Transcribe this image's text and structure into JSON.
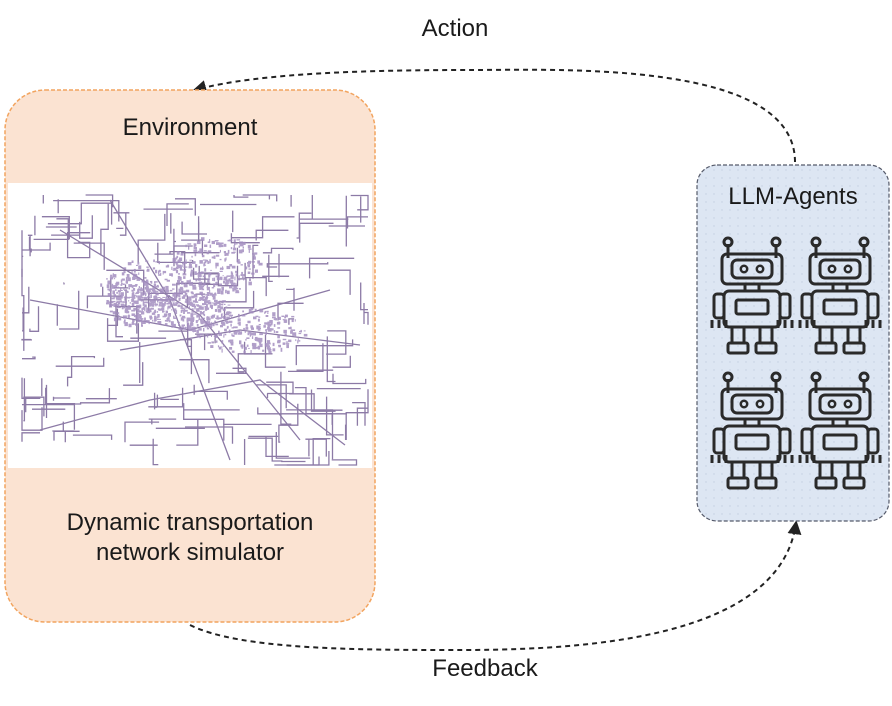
{
  "diagram": {
    "action_label": "Action",
    "feedback_label": "Feedback",
    "environment": {
      "title": "Environment",
      "caption_line1": "Dynamic transportation",
      "caption_line2": "network simulator",
      "image": "road-network-map"
    },
    "agents": {
      "title": "LLM-Agents",
      "icon": "robot-icon",
      "count": 4
    },
    "colors": {
      "environment_fill": "#fbe3d2",
      "environment_border": "#f2a45f",
      "agents_fill": "#dde6f3",
      "agents_border": "#555a6a",
      "network": "#8c7aa6",
      "arrow": "#222222"
    }
  }
}
